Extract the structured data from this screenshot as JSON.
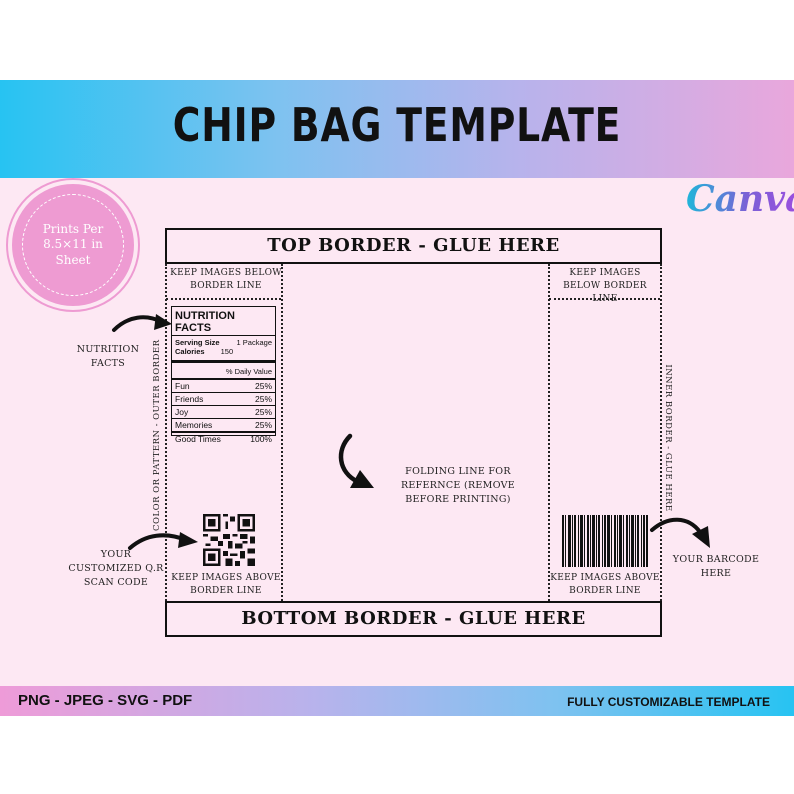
{
  "header": {
    "title": "CHIP BAG TEMPLATE"
  },
  "logo": {
    "text": "Canva"
  },
  "seal": {
    "text": "Prints Per 8.5×11 in Sheet"
  },
  "template": {
    "top_border": "TOP BORDER - GLUE HERE",
    "bottom_border": "BOTTOM BORDER - GLUE HERE",
    "keep_below_left": "KEEP IMAGES BELOW BORDER LINE",
    "keep_below_right": "KEEP IMAGES BELOW BORDER LINE",
    "keep_above_left": "KEEP IMAGES ABOVE BORDER LINE",
    "keep_above_right": "KEEP IMAGES ABOVE BORDER LINE",
    "folding_line": "FOLDING LINE FOR REFERNCE (REMOVE BEFORE PRINTING)",
    "outer_border_label": "COLOR OR PATTERN - OUTER BORDER",
    "inner_border_label": "INNER BORDER - GLUE HERE"
  },
  "callouts": {
    "nutrition": "NUTRITION FACTS",
    "qr": "YOUR CUSTOMIZED Q.R SCAN CODE",
    "barcode": "YOUR BARCODE HERE"
  },
  "nutrition_facts": {
    "title": "NUTRITION FACTS",
    "serving_size_label": "Serving Size",
    "serving_size_value": "1 Package",
    "calories_label": "Calories",
    "calories_value": "150",
    "daily_value_header": "% Daily Value",
    "rows": [
      {
        "name": "Fun",
        "value": "25%"
      },
      {
        "name": "Friends",
        "value": "25%"
      },
      {
        "name": "Joy",
        "value": "25%"
      },
      {
        "name": "Memories",
        "value": "25%"
      },
      {
        "name": "Good Times",
        "value": "100%"
      }
    ]
  },
  "footer": {
    "formats": "PNG - JPEG - SVG - PDF",
    "customizable": "FULLY CUSTOMIZABLE TEMPLATE"
  },
  "colors": {
    "header_gradient_start": "#27c3f2",
    "header_gradient_end": "#e9a7dc",
    "background_pink": "#fde8f3",
    "seal_pink": "#ee9bd2"
  },
  "icons": [
    "curved-arrow-icon",
    "qr-code-icon",
    "barcode-icon"
  ]
}
